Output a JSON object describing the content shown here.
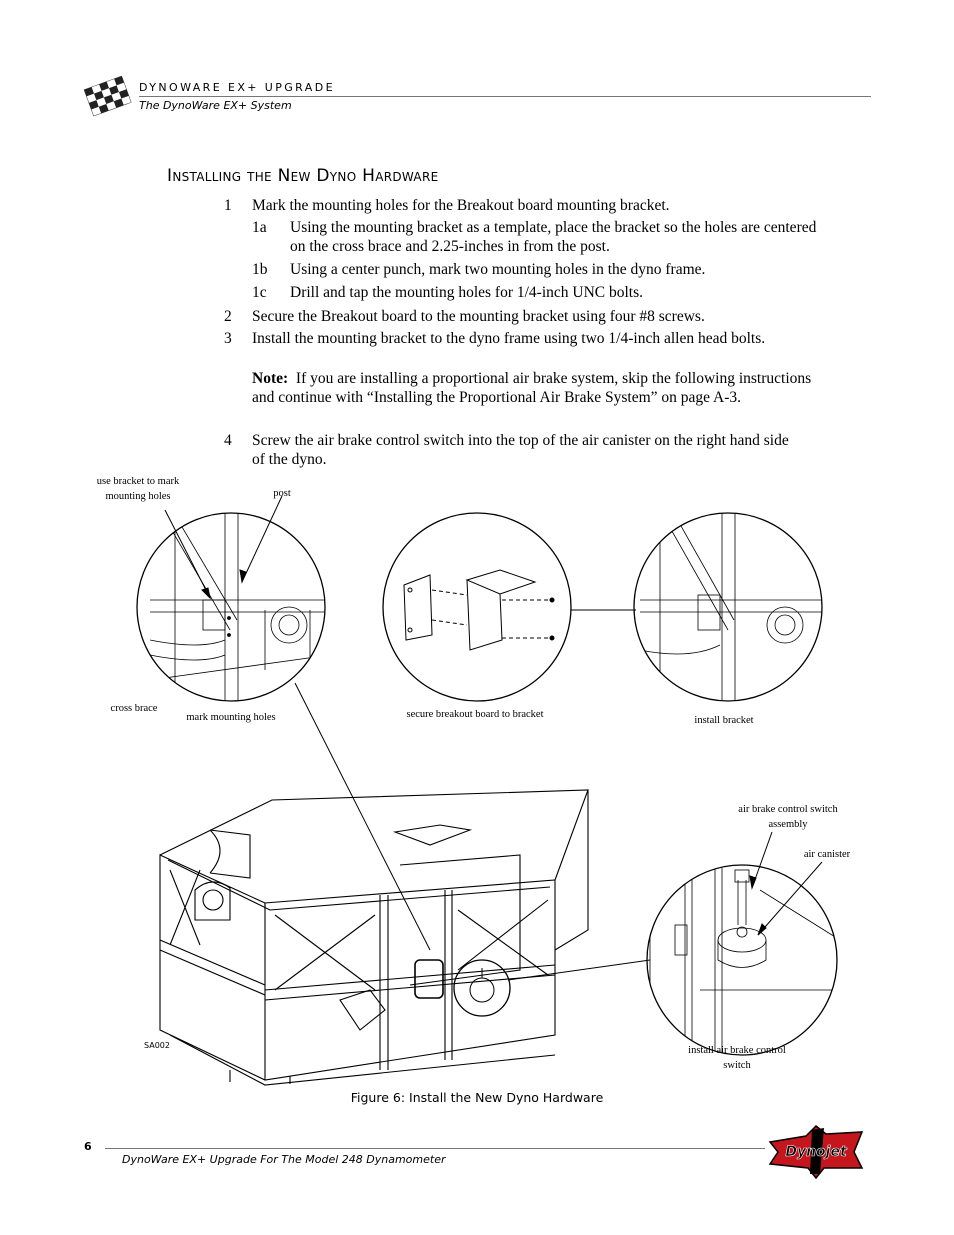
{
  "header": {
    "title": "DYNOWARE EX+ UPGRADE",
    "subtitle": "The DynoWare EX+ System"
  },
  "section_title": "Installing the New Dyno Hardware",
  "steps": [
    {
      "num": "1",
      "text": "Mark the mounting holes for the Breakout board mounting bracket."
    },
    {
      "num": "1a",
      "text": "Using the mounting bracket as a template, place the bracket so the holes are centered on the cross brace and 2.25-inches in from the post."
    },
    {
      "num": "1b",
      "text": "Using a center punch, mark two mounting holes in the dyno frame."
    },
    {
      "num": "1c",
      "text": "Drill and tap the mounting holes for 1/4-inch UNC bolts."
    },
    {
      "num": "2",
      "text": "Secure the Breakout board to the mounting bracket using four #8 screws."
    },
    {
      "num": "3",
      "text": "Install the mounting bracket to the dyno frame using two 1/4-inch allen head bolts."
    },
    {
      "num": "4",
      "text": "Screw the air brake control switch into the top of the air canister on the right hand side of the dyno."
    }
  ],
  "note": {
    "label": "Note:",
    "text": "If you are installing a proportional air brake system, skip the following instructions and continue with “Installing the Proportional Air Brake System” on page A-3."
  },
  "figure": {
    "labels": {
      "use_bracket": "use bracket to mark mounting holes",
      "post": "post",
      "cross_brace": "cross brace",
      "mark_holes": "mark mounting holes",
      "secure_board": "secure breakout board to bracket",
      "install_bracket": "install bracket",
      "switch_assembly": "air brake control switch assembly",
      "air_canister": "air canister",
      "install_switch": "install air brake control switch",
      "drawing_id": "SA002"
    },
    "caption": "Figure 6: Install the New Dyno Hardware"
  },
  "footer": {
    "page_number": "6",
    "text": "DynoWare EX+ Upgrade For The Model 248 Dynamometer",
    "logo_text": "Dynojet"
  }
}
